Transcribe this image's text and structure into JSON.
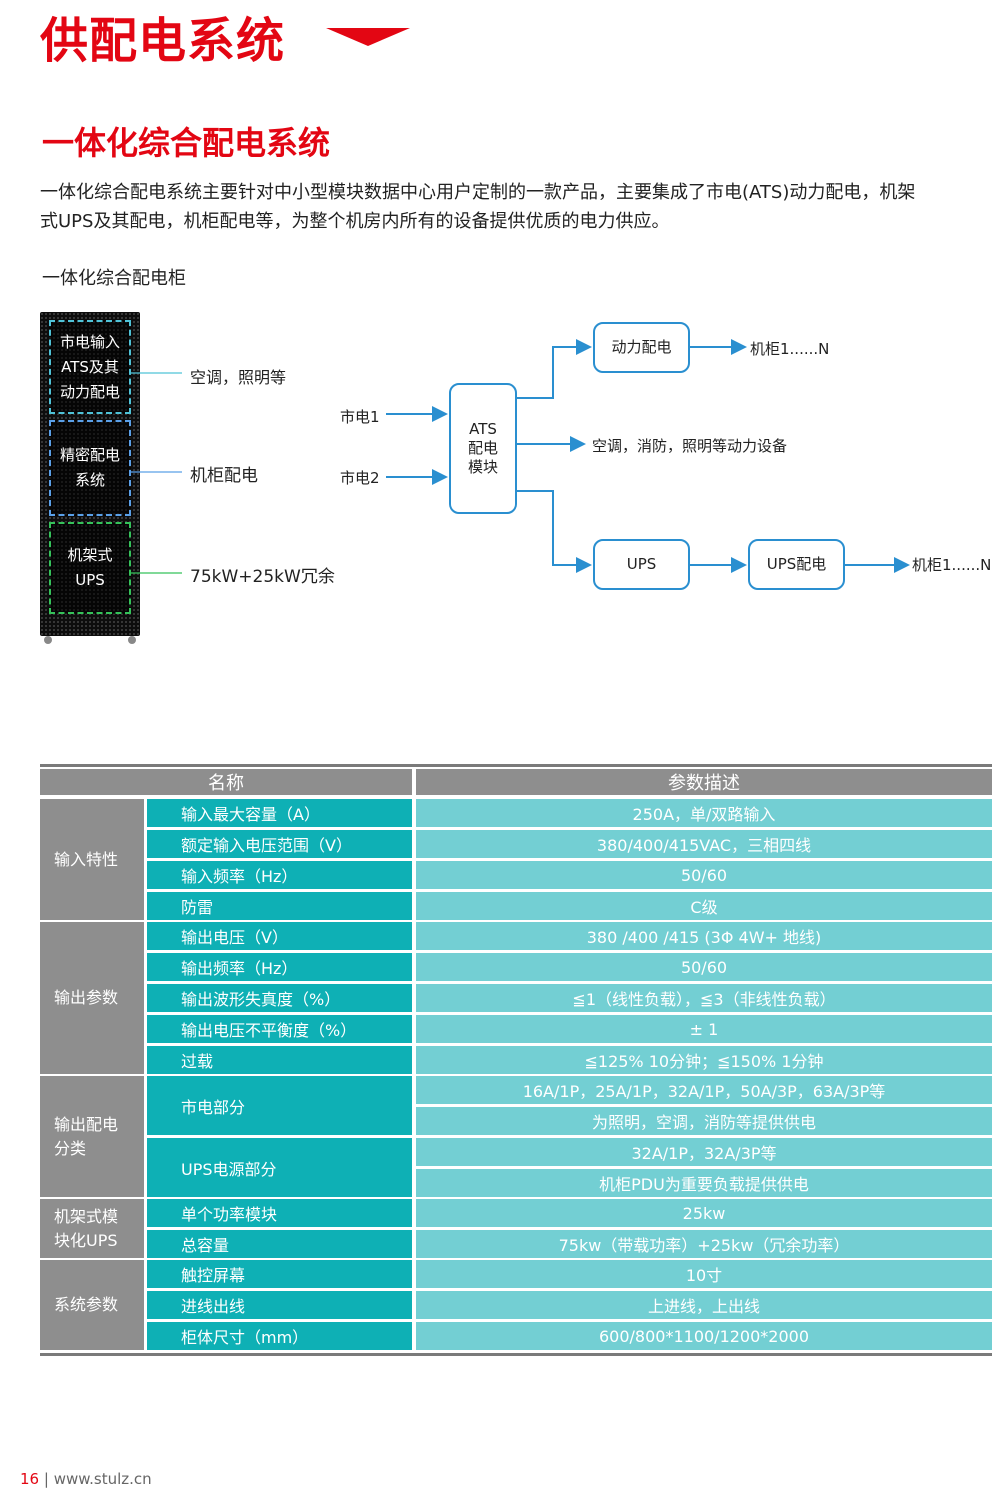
{
  "header": {
    "title": "供配电系统"
  },
  "section": {
    "title": "一体化综合配电系统",
    "intro_line1": "一体化综合配电系统主要针对中小型模块数据中心用户定制的一款产品，主要集成了市电(ATS)动力配电，机架",
    "intro_line2": "式UPS及其配电，机柜配电等，为整个机房内所有的设备提供优质的电力供应。"
  },
  "cabinet": {
    "caption": "一体化综合配电柜",
    "panel1": [
      "市电输入",
      "ATS及其",
      "动力配电"
    ],
    "panel2": [
      "精密配电",
      "系统"
    ],
    "panel3": [
      "机架式",
      "UPS"
    ],
    "label1": "空调，照明等",
    "label2": "机柜配电",
    "label3": "75kW+25kW冗余"
  },
  "flow": {
    "input1": "市电1",
    "input2": "市电2",
    "ats": [
      "ATS",
      "配电",
      "模块"
    ],
    "power_dist": "动力配电",
    "power_target": "机柜1......N",
    "ac_target": "空调，消防，照明等动力设备",
    "ups": "UPS",
    "ups_dist": "UPS配电",
    "ups_target": "机柜1......N"
  },
  "table": {
    "headers": [
      "名称",
      "参数描述"
    ],
    "groups": [
      "输入特性",
      "输出参数",
      "输出配电分类",
      "机架式模块化UPS",
      "系统参数"
    ],
    "rows": [
      {
        "name": "输入最大容量（A）",
        "value": "250A，单/双路输入"
      },
      {
        "name": "额定输入电压范围（V）",
        "value": "380/400/415VAC，三相四线"
      },
      {
        "name": "输入频率（Hz）",
        "value": "50/60"
      },
      {
        "name": "防雷",
        "value": "C级"
      },
      {
        "name": "输出电压（V）",
        "value": "380 /400 /415 (3Φ 4W+ 地线)"
      },
      {
        "name": "输出频率（Hz）",
        "value": "50/60"
      },
      {
        "name": "输出波形失真度（%）",
        "value": "≦1（线性负载），≦3（非线性负载）"
      },
      {
        "name": "输出电压不平衡度（%）",
        "value": "± 1"
      },
      {
        "name": "过载",
        "value": "≦125%  10分钟；≦150%  1分钟"
      },
      {
        "name": "市电部分",
        "value": "16A/1P，25A/1P，32A/1P，50A/3P，63A/3P等",
        "value2": "为照明，空调，消防等提供供电"
      },
      {
        "name": "UPS电源部分",
        "value": "32A/1P，32A/3P等",
        "value2": "机柜PDU为重要负载提供供电"
      },
      {
        "name": "单个功率模块",
        "value": "25kw"
      },
      {
        "name": "总容量",
        "value": "75kw（带载功率）+25kw（冗余功率）"
      },
      {
        "name": "触控屏幕",
        "value": "10寸"
      },
      {
        "name": "进线出线",
        "value": "上进线，上出线"
      },
      {
        "name": "柜体尺寸（mm）",
        "value": "600/800*1100/1200*2000"
      }
    ]
  },
  "footer": {
    "page": "16",
    "separator": "|",
    "url": "www.stulz.cn"
  }
}
